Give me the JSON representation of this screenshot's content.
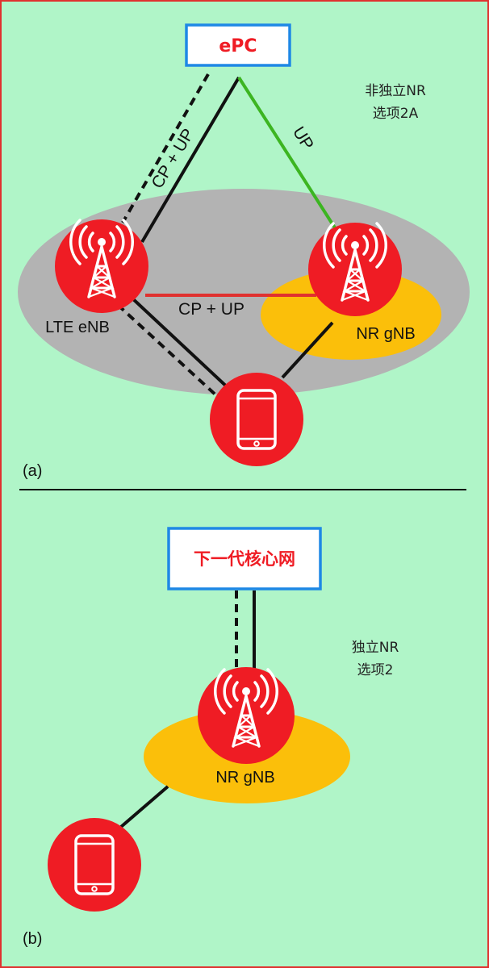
{
  "panel_a": {
    "core_label": "ePC",
    "mode_line1": "非独立NR",
    "mode_line2": "选项2A",
    "link_core_enb": "CP + UP",
    "link_core_gnb": "UP",
    "link_enb_gnb": "CP + UP",
    "enb_label": "LTE eNB",
    "gnb_label": "NR gNB",
    "caption": "(a)"
  },
  "panel_b": {
    "core_label": "下一代核心网",
    "mode_line1": "独立NR",
    "mode_line2": "选项2",
    "gnb_label": "NR gNB",
    "caption": "(b)"
  },
  "colors": {
    "background": "#b0f5c8",
    "frame": "#e0312f",
    "node_red": "#ef1c24",
    "core_box_border": "#1e88e5",
    "lte_cell": "#b3b3b3",
    "nr_cell": "#fbbf0a",
    "up_link": "#3cb521",
    "xn_link": "#e0312f"
  },
  "icons": {
    "tower": "radio-tower-icon",
    "device": "smartphone-icon"
  }
}
